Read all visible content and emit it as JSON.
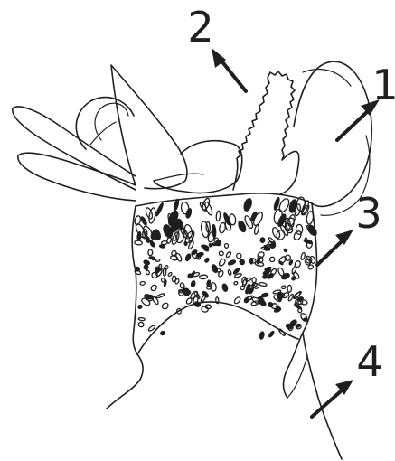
{
  "figure": {
    "callouts": [
      {
        "id": "1",
        "label": "1"
      },
      {
        "id": "2",
        "label": "2"
      },
      {
        "id": "3",
        "label": "3"
      },
      {
        "id": "4",
        "label": "4"
      }
    ]
  },
  "colors": {
    "ink": "#1f1f1f",
    "background": "#ffffff"
  }
}
